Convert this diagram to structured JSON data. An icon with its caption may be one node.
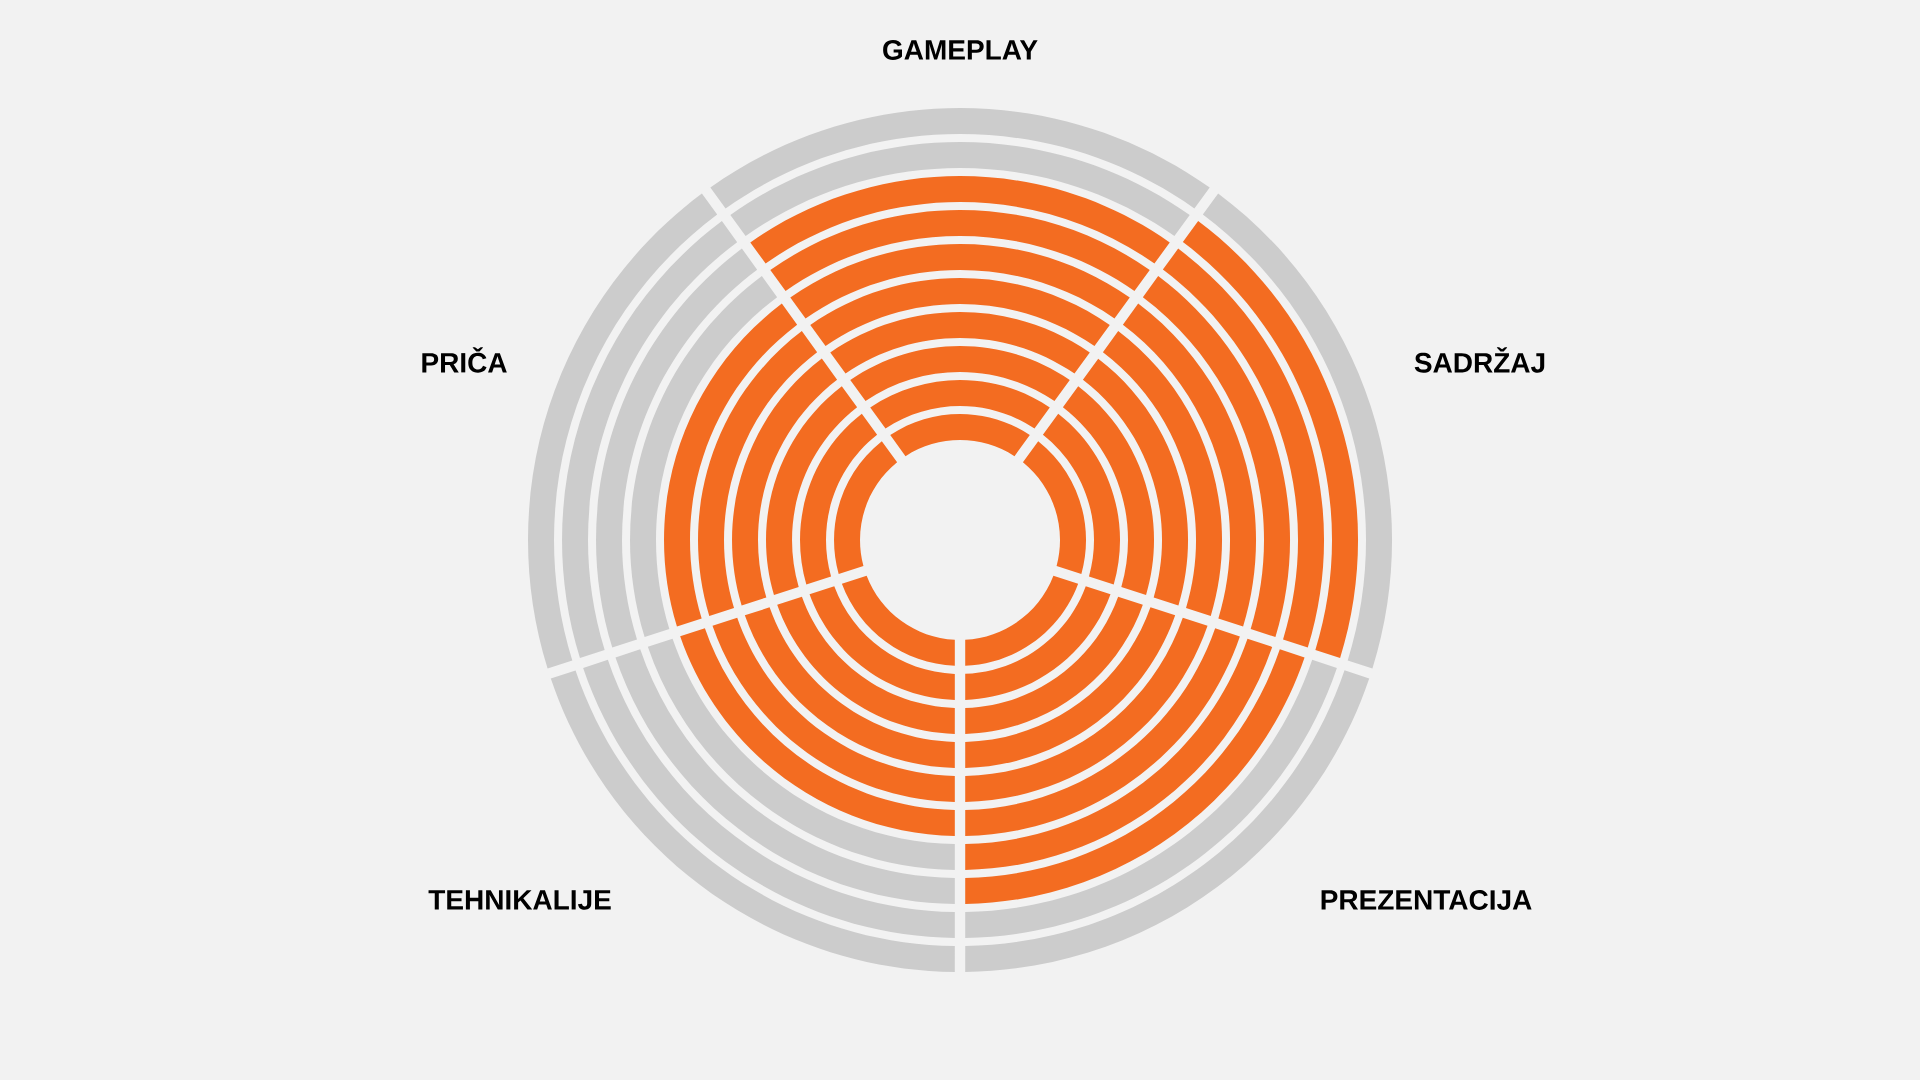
{
  "diagram": {
    "nodes": [
      {
        "text": [
          "GAMEPLAY"
        ]
      },
      {
        "text": [
          "SADRŽAJ"
        ]
      },
      {
        "text": [
          "PREZENTACIJA"
        ]
      },
      {
        "text": [
          "TEHNIKALIJE"
        ]
      },
      {
        "text": [
          "PRIČA"
        ]
      }
    ]
  }
}
